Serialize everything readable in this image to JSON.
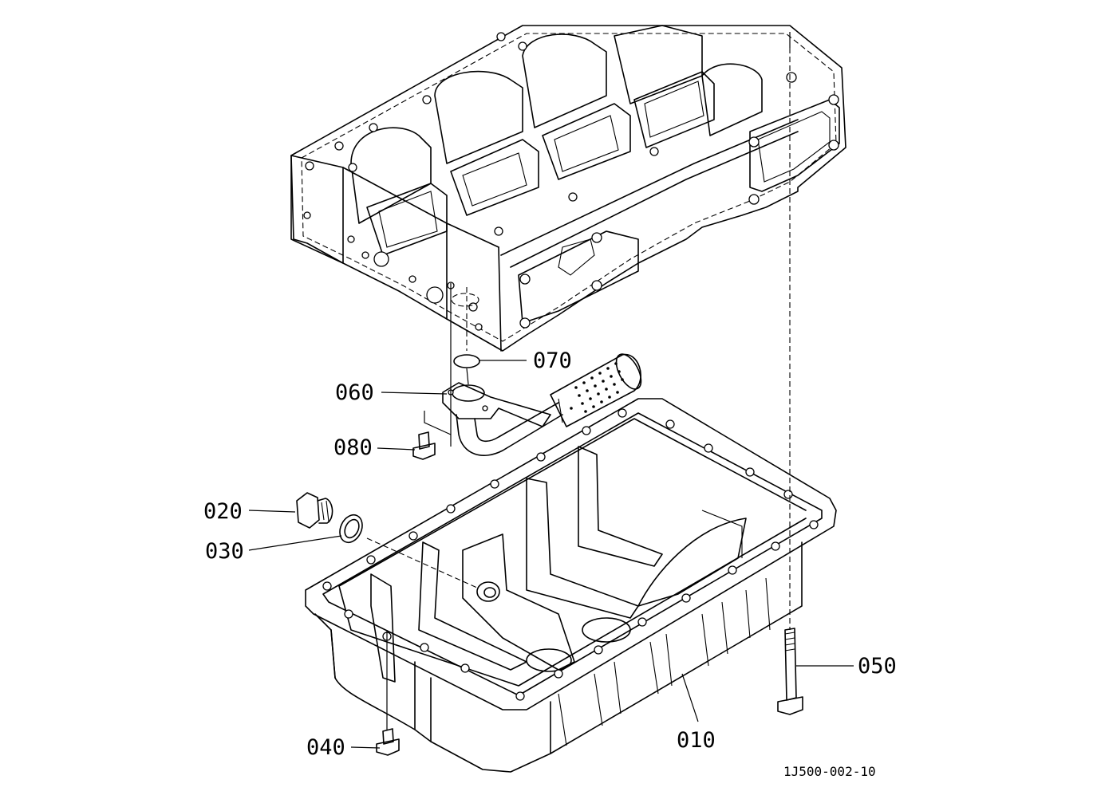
{
  "labels": {
    "p010": "010",
    "p020": "020",
    "p030": "030",
    "p040": "040",
    "p050": "050",
    "p060": "060",
    "p070": "070",
    "p080": "080"
  },
  "reference": "1J500-002-10"
}
